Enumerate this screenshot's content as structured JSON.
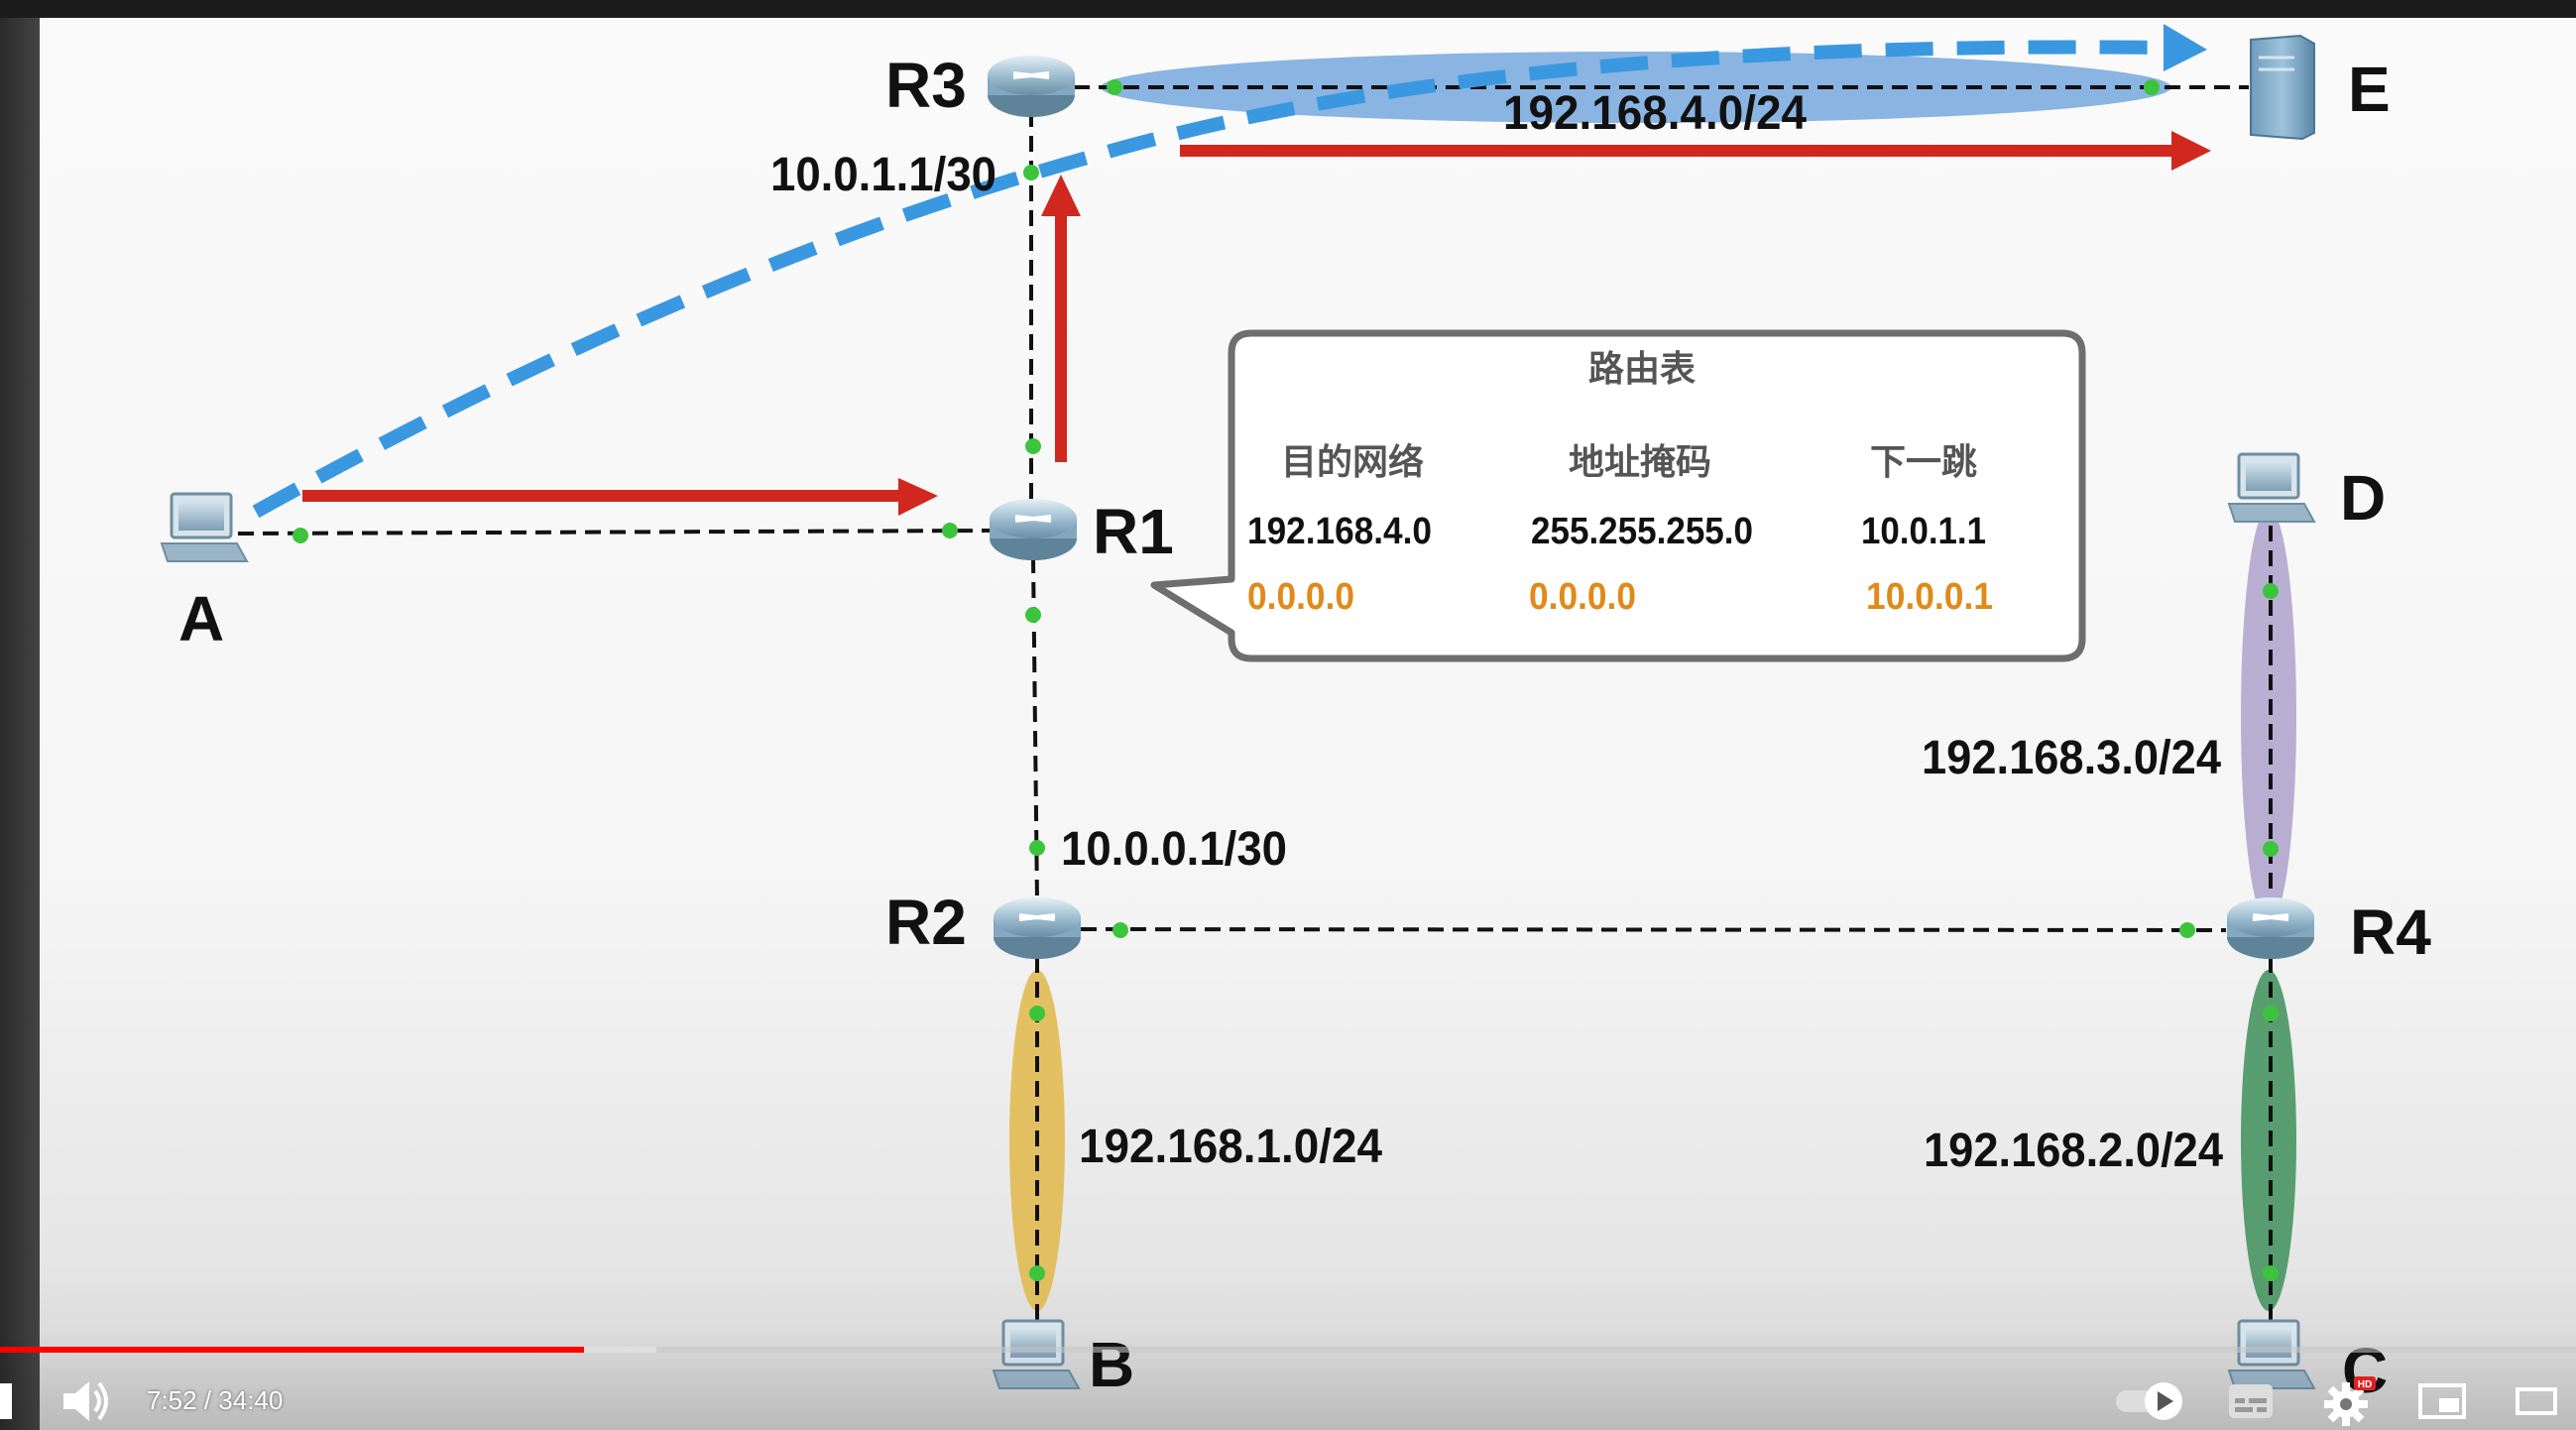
{
  "diagram": {
    "nodes": {
      "A": "A",
      "B": "B",
      "C": "C",
      "D": "D",
      "E": "E",
      "R1": "R1",
      "R2": "R2",
      "R3": "R3",
      "R4": "R4"
    },
    "interfaces": {
      "r3_r1": "10.0.1.1/30",
      "r1_r2": "10.0.0.1/30"
    },
    "networks": {
      "net4": "192.168.4.0/24",
      "net3": "192.168.3.0/24",
      "net1": "192.168.1.0/24",
      "net2": "192.168.2.0/24"
    },
    "colors": {
      "arrow_red": "#d0281e",
      "arrow_blue": "#3a98e0",
      "net4_ellipse": "#4f8fd6",
      "net3_ellipse": "#a99cc9",
      "net1_ellipse": "#e0b84a",
      "net2_ellipse": "#3e8f5b",
      "port_dot": "#3cc43c",
      "default_route": "#e08a1a"
    }
  },
  "routing_table": {
    "title": "路由表",
    "headers": [
      "目的网络",
      "地址掩码",
      "下一跳"
    ],
    "rows": [
      {
        "dest": "192.168.4.0",
        "mask": "255.255.255.0",
        "next_hop": "10.0.1.1"
      },
      {
        "dest": "0.0.0.0",
        "mask": "0.0.0.0",
        "next_hop": "10.0.0.1"
      }
    ]
  },
  "player": {
    "time": "7:52 / 34:40",
    "progress_fraction": 0.2267,
    "buffer_fraction": 0.255,
    "progress_color": "#ff0000",
    "icons": [
      "play-pause-icon",
      "volume-icon",
      "autoplay-toggle-icon",
      "subtitles-icon",
      "settings-icon",
      "miniplayer-icon",
      "theater-mode-icon"
    ],
    "hd_badge": "HD"
  }
}
